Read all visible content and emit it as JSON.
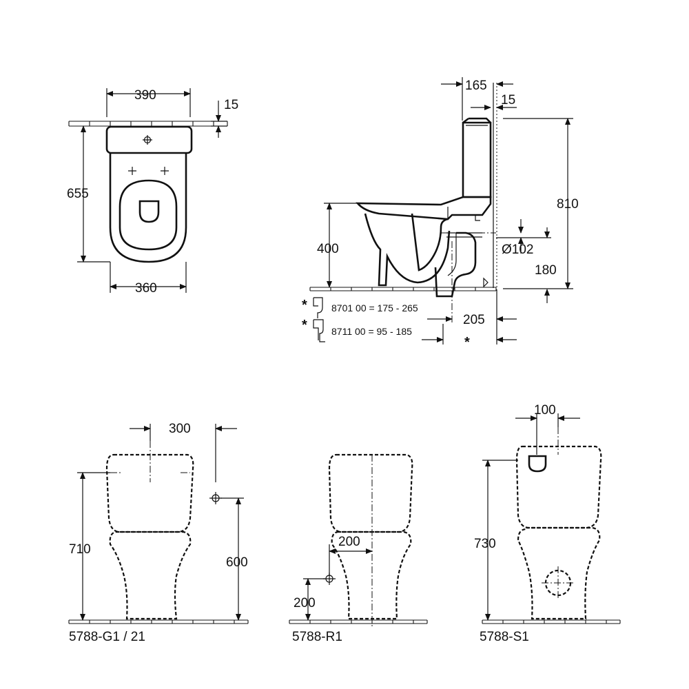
{
  "top_view": {
    "width_top": "390",
    "wall_gap": "15",
    "depth": "655",
    "width_bottom": "360"
  },
  "side_view": {
    "tank_offset": "165",
    "wall_gap": "15",
    "total_height": "810",
    "seat_height": "400",
    "pipe_diameter": "Ø102",
    "pipe_height": "180",
    "outlet_distance": "205",
    "star": "*",
    "fittings": [
      {
        "mark": "*",
        "text": "8701 00  = 175 -  265"
      },
      {
        "mark": "*",
        "text": "8711 00  =  95 -  185"
      }
    ]
  },
  "front_g1": {
    "width": "300",
    "height": "710",
    "inlet_height": "600",
    "caption": "5788-G1 / 21"
  },
  "front_r1": {
    "width": "200",
    "inlet_height": "200",
    "caption": "5788-R1"
  },
  "front_s1": {
    "width": "100",
    "height": "730",
    "caption": "5788-S1"
  }
}
